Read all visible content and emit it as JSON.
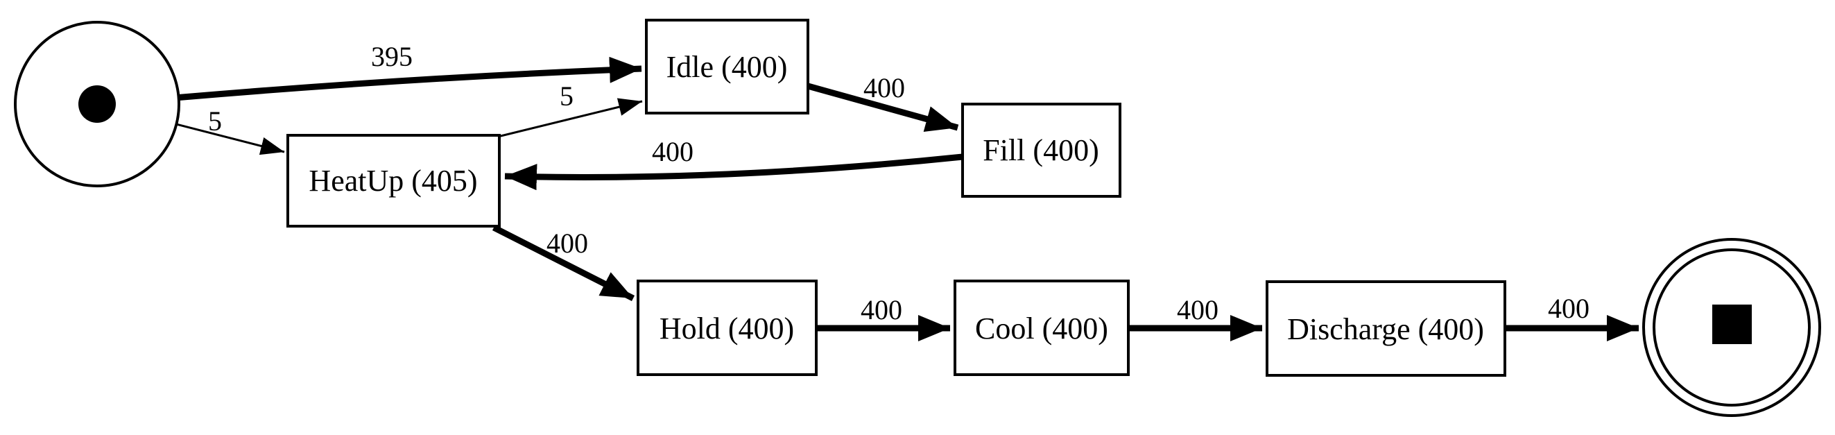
{
  "diagram": {
    "kind": "process-map",
    "background": "#ffffff",
    "nodes": {
      "start": {
        "role": "start"
      },
      "idle": {
        "label": "Idle (400)"
      },
      "heatup": {
        "label": "HeatUp (405)",
        "highlight_color": "#9999CC"
      },
      "fill": {
        "label": "Fill (400)"
      },
      "hold": {
        "label": "Hold (400)"
      },
      "cool": {
        "label": "Cool (400)"
      },
      "discharge": {
        "label": "Discharge (400)"
      },
      "end": {
        "role": "end"
      }
    },
    "edges": [
      {
        "from": "start",
        "to": "idle",
        "label": "395"
      },
      {
        "from": "start",
        "to": "heatup",
        "label": "5"
      },
      {
        "from": "heatup",
        "to": "idle",
        "label": "5"
      },
      {
        "from": "idle",
        "to": "fill",
        "label": "400"
      },
      {
        "from": "fill",
        "to": "heatup",
        "label": "400"
      },
      {
        "from": "heatup",
        "to": "hold",
        "label": "400"
      },
      {
        "from": "hold",
        "to": "cool",
        "label": "400"
      },
      {
        "from": "cool",
        "to": "discharge",
        "label": "400"
      },
      {
        "from": "discharge",
        "to": "end",
        "label": "400"
      }
    ]
  }
}
